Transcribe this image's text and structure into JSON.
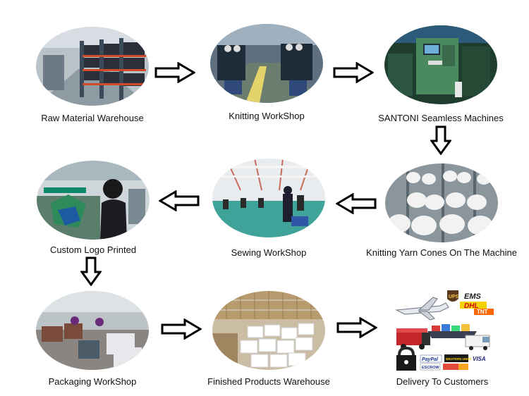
{
  "steps": [
    {
      "label": "Raw Material Warehouse"
    },
    {
      "label": "Knitting WorkShop"
    },
    {
      "label": "SANTONI Seamless Machines"
    },
    {
      "label": "Knitting Yarn Cones On The Machine"
    },
    {
      "label": "Sewing WorkShop"
    },
    {
      "label": "Custom Logo Printed"
    },
    {
      "label": "Packaging WorkShop"
    },
    {
      "label": "Finished Products Warehouse"
    },
    {
      "label": "Delivery To Customers"
    }
  ],
  "courier_logos": {
    "ups": "UPS",
    "ems": "EMS",
    "dhl": "DHL",
    "tnt": "TNT",
    "paypal": "PayPal",
    "western_union": "WESTERN UNION",
    "escrow": "ESCROW",
    "visa": "VISA"
  },
  "icons": {
    "arrow": "hollow-block-arrow",
    "photo": "elliptical-photo-thumbnail"
  }
}
